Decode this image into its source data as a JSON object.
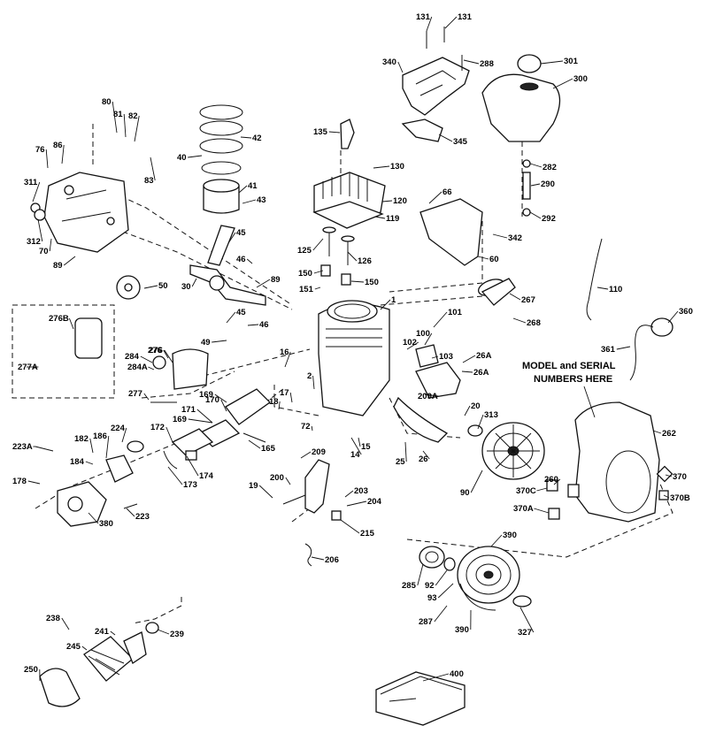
{
  "diagram": {
    "note_lines": [
      "MODEL and SERIAL",
      "NUMBERS HERE"
    ],
    "part_labels": [
      "131",
      "131",
      "340",
      "288",
      "301",
      "300",
      "80",
      "81",
      "82",
      "135",
      "130",
      "345",
      "282",
      "290",
      "292",
      "76",
      "86",
      "311",
      "83",
      "40",
      "42",
      "41",
      "43",
      "120",
      "119",
      "312",
      "70",
      "89",
      "66",
      "125",
      "126",
      "342",
      "60",
      "45",
      "46",
      "50",
      "30",
      "89",
      "150",
      "150",
      "151",
      "267",
      "110",
      "360",
      "276B",
      "268",
      "1",
      "101",
      "45",
      "46",
      "361",
      "49",
      "276",
      "284",
      "284A",
      "276",
      "277A",
      "100",
      "102",
      "103",
      "26A",
      "26A",
      "169",
      "170",
      "16",
      "17",
      "18",
      "2",
      "277",
      "209A",
      "20",
      "313",
      "171",
      "172",
      "169",
      "72",
      "14",
      "15",
      "223A",
      "182",
      "186",
      "224",
      "165",
      "25",
      "26",
      "262",
      "184",
      "174",
      "209",
      "173",
      "90",
      "260",
      "370",
      "178",
      "200",
      "203",
      "204",
      "370C",
      "370B",
      "19",
      "370A",
      "380",
      "223",
      "215",
      "390",
      "206",
      "285",
      "92",
      "93",
      "238",
      "241",
      "239",
      "287",
      "390",
      "327",
      "245",
      "250",
      "400"
    ]
  }
}
